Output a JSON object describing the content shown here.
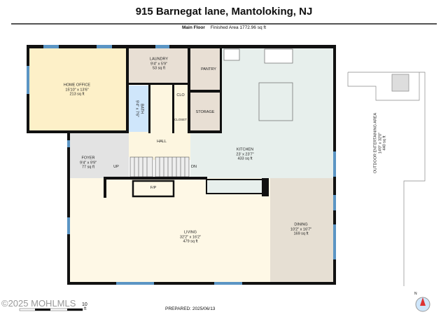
{
  "header": {
    "title": "915 Barnegat lane, Mantoloking, NJ",
    "floor": "Main Floor",
    "area": "Finished Area 1772.96 sq ft"
  },
  "rooms": [
    {
      "name": "HOME OFFICE",
      "dims": "15'10\" x 13'6\"",
      "area": "213 sq ft",
      "color": "#fdf0c8"
    },
    {
      "name": "LAUNDRY",
      "dims": "9'4\" x 5'9\"",
      "area": "53 sq ft",
      "color": "#e8dfd4"
    },
    {
      "name": "PANTRY",
      "color": "#e8dfd4"
    },
    {
      "name": "STORAGE",
      "color": "#e8dfd4"
    },
    {
      "name": "BATH",
      "dims": "9'4\" x 7'6\"",
      "color": "#cfe6fb"
    },
    {
      "name": "CLO",
      "color": "#e8dfd4"
    },
    {
      "name": "CLOSET",
      "color": "#e8dfd4"
    },
    {
      "name": "HALL",
      "color": "#fdf6e0"
    },
    {
      "name": "FOYER",
      "dims": "9'4\" x 9'9\"",
      "area": "77 sq ft",
      "color": "#e3e3e3"
    },
    {
      "name": "KITCHEN",
      "dims": "23' x 23'7\"",
      "area": "433 sq ft",
      "color": "#e7efec"
    },
    {
      "name": "LIVING",
      "dims": "32'2\" x 16'2\"",
      "area": "479 sq ft",
      "color": "#fef8e6"
    },
    {
      "name": "DINING",
      "dims": "10'2\" x 16'7\"",
      "area": "169 sq ft",
      "color": "#e6dfd3"
    },
    {
      "name": "OUTDOOR ENTERTAINING AREA",
      "dims": "14'0\" x 32'0\"",
      "area": "440 sq ft"
    },
    {
      "name": "F/P"
    }
  ],
  "labels": {
    "up": "UP",
    "dn": "DN"
  },
  "footer": {
    "watermark": "©2025 MOHLMLS",
    "scale": "10",
    "scale_unit": "ft",
    "prepared": "PREPARED: 2025/06/13",
    "compass": "N"
  },
  "colors": {
    "wall": "#111111",
    "window": "#5b95c4"
  }
}
